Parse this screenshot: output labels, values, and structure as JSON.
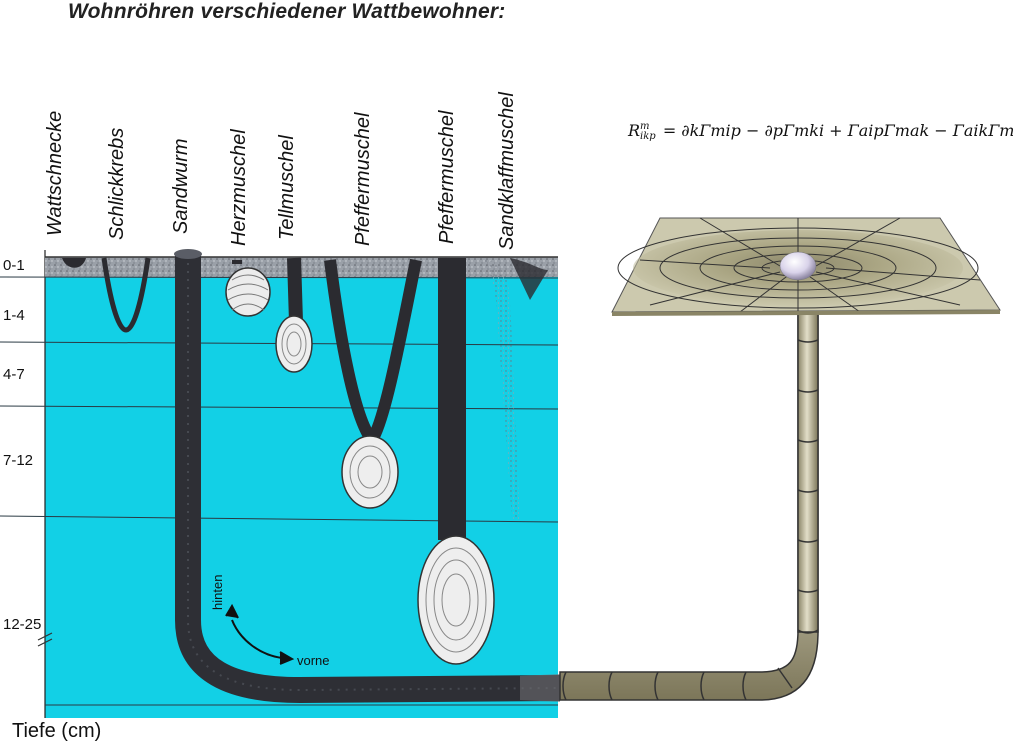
{
  "title": "Wohnröhren verschiedener Wattbewohner:",
  "species": [
    "Wattschnecke",
    "Schlickkrebs",
    "Sandwurm",
    "Herzmuschel",
    "Tellmuschel",
    "Pfeffermuschel",
    "Pfeffermuschel",
    "Sandklaffmuschel"
  ],
  "depth_labels": [
    "0-1",
    "1-4",
    "4-7",
    "7-12",
    "12-25"
  ],
  "axis_title": "Tiefe (cm)",
  "worm_labels": {
    "back": "hinten",
    "front": "vorne"
  },
  "formula": {
    "lhs_base": "R",
    "lhs_sup": "m",
    "lhs_sub": "ikp",
    "rhs": "= ∂kΓmip − ∂pΓmki + ΓaipΓmak − ΓaikΓmap"
  },
  "colors": {
    "water": "#12d0e6",
    "sediment": "#8a8f98",
    "burrow": "#2b2b30",
    "plane": "#cbc8ad",
    "tube": "#cfcab1"
  }
}
